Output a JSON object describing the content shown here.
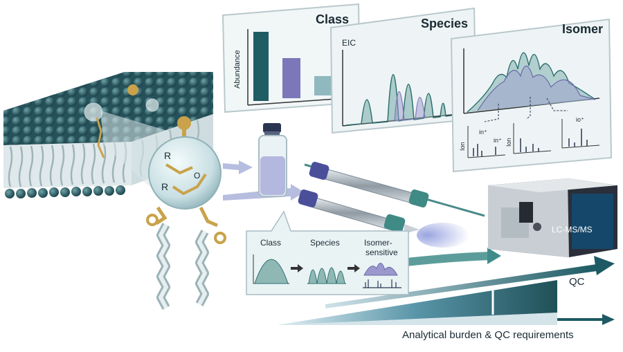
{
  "panels": {
    "class": {
      "title": "Class",
      "ylabel": "Abundance"
    },
    "species": {
      "title": "Species",
      "ylabel": "EIC"
    },
    "isomer": {
      "title": "Isomer",
      "sub_ylabel": "Ion",
      "tags": [
        "in⁺",
        "in⁺",
        "io⁺"
      ]
    }
  },
  "lipid": {
    "r_label_top": "R",
    "r_label_bottom": "R",
    "o_label": "O"
  },
  "inset": {
    "class_label": "Class",
    "species_label": "Species",
    "isomer_label_line1": "Isomer-",
    "isomer_label_line2": "sensitive"
  },
  "instrument": {
    "label": "LC-MS/MS"
  },
  "axes": {
    "qc_label": "QC",
    "burden_label": "Analytical burden & QC requirements"
  },
  "colors": {
    "teal_dark": "#1f5c63",
    "teal": "#3f8c8a",
    "purple": "#7a78b8",
    "navy": "#2a3550",
    "gold": "#c9a24a",
    "membrane": "#2c5a64"
  }
}
